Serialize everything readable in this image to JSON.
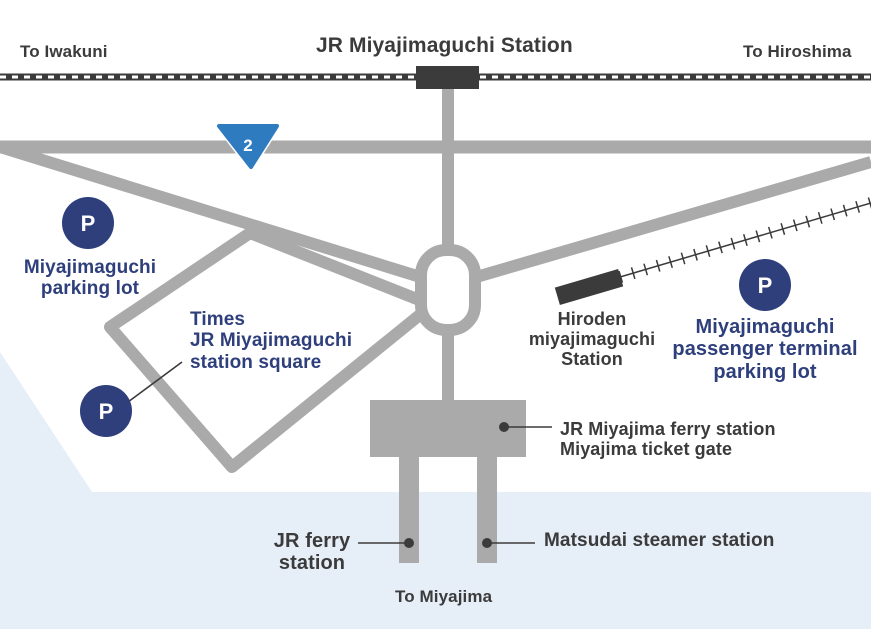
{
  "colors": {
    "road": "#aaaaaa",
    "water": "#e6eef8",
    "parking": "#2e3f7c",
    "route_badge": "#2f7bc0",
    "rail": "#3b3b3b",
    "text_dark": "#3b3b3b",
    "text_blue": "#2e3f7c"
  },
  "title": "JR Miyajimaguchi Station",
  "directions": {
    "west": "To Iwakuni",
    "east": "To Hiroshima",
    "south": "To Miyajima"
  },
  "route_badge": "2",
  "parking_symbol": "P",
  "parking_lots": [
    {
      "name": [
        "Miyajimaguchi",
        "parking lot"
      ]
    },
    {
      "name": [
        "Times",
        "JR Miyajimaguchi",
        "station square"
      ]
    },
    {
      "name": [
        "Miyajimaguchi",
        "passenger terminal",
        "parking lot"
      ]
    }
  ],
  "hiroden_station": [
    "Hiroden",
    "miyajimaguchi",
    "Station"
  ],
  "ferry_station": [
    "JR Miyajima ferry station",
    "Miyajima ticket gate"
  ],
  "jr_ferry": [
    "JR ferry",
    "station"
  ],
  "matsudai": "Matsudai steamer station"
}
